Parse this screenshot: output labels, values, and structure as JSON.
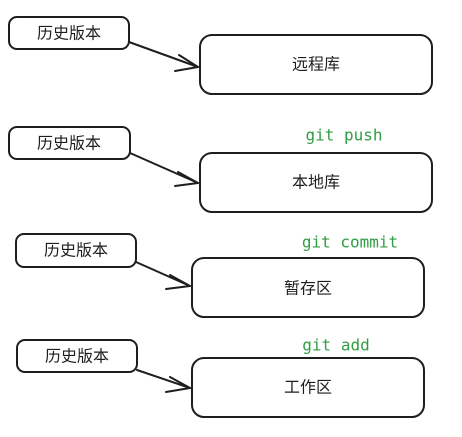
{
  "rows": [
    {
      "history_label": "历史版本",
      "box_label": "远程库",
      "command": ""
    },
    {
      "history_label": "历史版本",
      "box_label": "本地库",
      "command": "git push"
    },
    {
      "history_label": "历史版本",
      "box_label": "暂存区",
      "command": "git commit"
    },
    {
      "history_label": "历史版本",
      "box_label": "工作区",
      "command": "git add"
    }
  ],
  "colors": {
    "stroke": "#1e1e1e",
    "command": "#2f9e44",
    "background": "#ffffff"
  }
}
